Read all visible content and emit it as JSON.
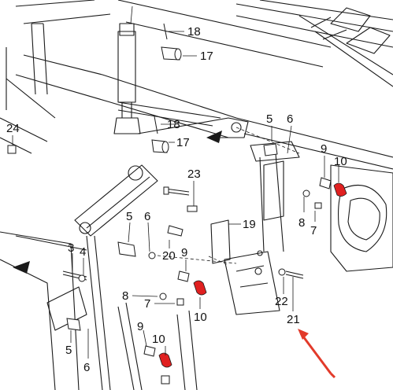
{
  "diagram": {
    "callouts": [
      {
        "id": "c18a",
        "text": "18"
      },
      {
        "id": "c17a",
        "text": "17"
      },
      {
        "id": "c24",
        "text": "24"
      },
      {
        "id": "c5a",
        "text": "5"
      },
      {
        "id": "c6a",
        "text": "6"
      },
      {
        "id": "c18b",
        "text": "18"
      },
      {
        "id": "c17b",
        "text": "17"
      },
      {
        "id": "c9a",
        "text": "9"
      },
      {
        "id": "c10a",
        "text": "10"
      },
      {
        "id": "c23",
        "text": "23"
      },
      {
        "id": "c8a",
        "text": "8"
      },
      {
        "id": "c7a",
        "text": "7"
      },
      {
        "id": "c5b",
        "text": "5"
      },
      {
        "id": "c6b",
        "text": "6"
      },
      {
        "id": "c19",
        "text": "19"
      },
      {
        "id": "c20",
        "text": "20"
      },
      {
        "id": "c9b",
        "text": "9"
      },
      {
        "id": "c3",
        "text": "3"
      },
      {
        "id": "c4",
        "text": "4"
      },
      {
        "id": "c8b",
        "text": "8"
      },
      {
        "id": "c7b",
        "text": "7"
      },
      {
        "id": "c10b",
        "text": "10"
      },
      {
        "id": "c22",
        "text": "22"
      },
      {
        "id": "c21",
        "text": "21"
      },
      {
        "id": "c5c",
        "text": "5"
      },
      {
        "id": "c6c",
        "text": "6"
      },
      {
        "id": "c9c",
        "text": "9"
      },
      {
        "id": "c10c",
        "text": "10"
      }
    ],
    "colors": {
      "line": "#1a1a1a",
      "clip_red": "#e02020",
      "arrow_red": "#e23a2a",
      "background": "#ffffff"
    }
  }
}
